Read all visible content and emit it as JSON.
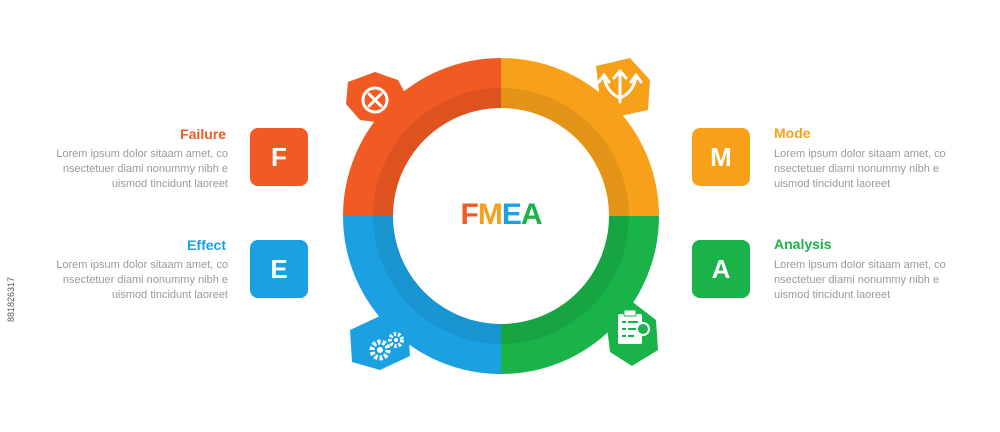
{
  "center": {
    "letters": [
      {
        "char": "F",
        "color": "#f15a22"
      },
      {
        "char": "M",
        "color": "#f7a11a"
      },
      {
        "char": "E",
        "color": "#1ba1e2"
      },
      {
        "char": "A",
        "color": "#19b34a"
      }
    ]
  },
  "items": [
    {
      "letter": "F",
      "title": "Failure",
      "color": "#f15a22",
      "side": "left",
      "lines": [
        "Lorem ipsum dolor sitaam amet, co",
        "nsectetuer diami nonummy  nibh e",
        "uismod tincidunt laoreet"
      ]
    },
    {
      "letter": "E",
      "title": "Effect",
      "color": "#1ba1e2",
      "side": "left",
      "lines": [
        "Lorem ipsum dolor sitaam amet, co",
        "nsectetuer diami nonummy  nibh e",
        "uismod tincidunt laoreet"
      ]
    },
    {
      "letter": "M",
      "title": "Mode",
      "color": "#f7a11a",
      "side": "right",
      "lines": [
        "Lorem ipsum dolor sitaam amet, co",
        "nsectetuer diami nonummy  nibh e",
        "uismod tincidunt laoreet"
      ]
    },
    {
      "letter": "A",
      "title": "Analysis",
      "color": "#19b34a",
      "side": "right",
      "lines": [
        "Lorem ipsum dolor sitaam amet, co",
        "nsectetuer diami nonummy  nibh e",
        "uismod tincidunt laoreet"
      ]
    }
  ],
  "icons": {
    "top_left": "close-circle-icon",
    "top_right": "arrows-split-icon",
    "bottom_left": "gears-icon",
    "bottom_right": "clipboard-checklist-icon"
  },
  "side_code": "881826317"
}
